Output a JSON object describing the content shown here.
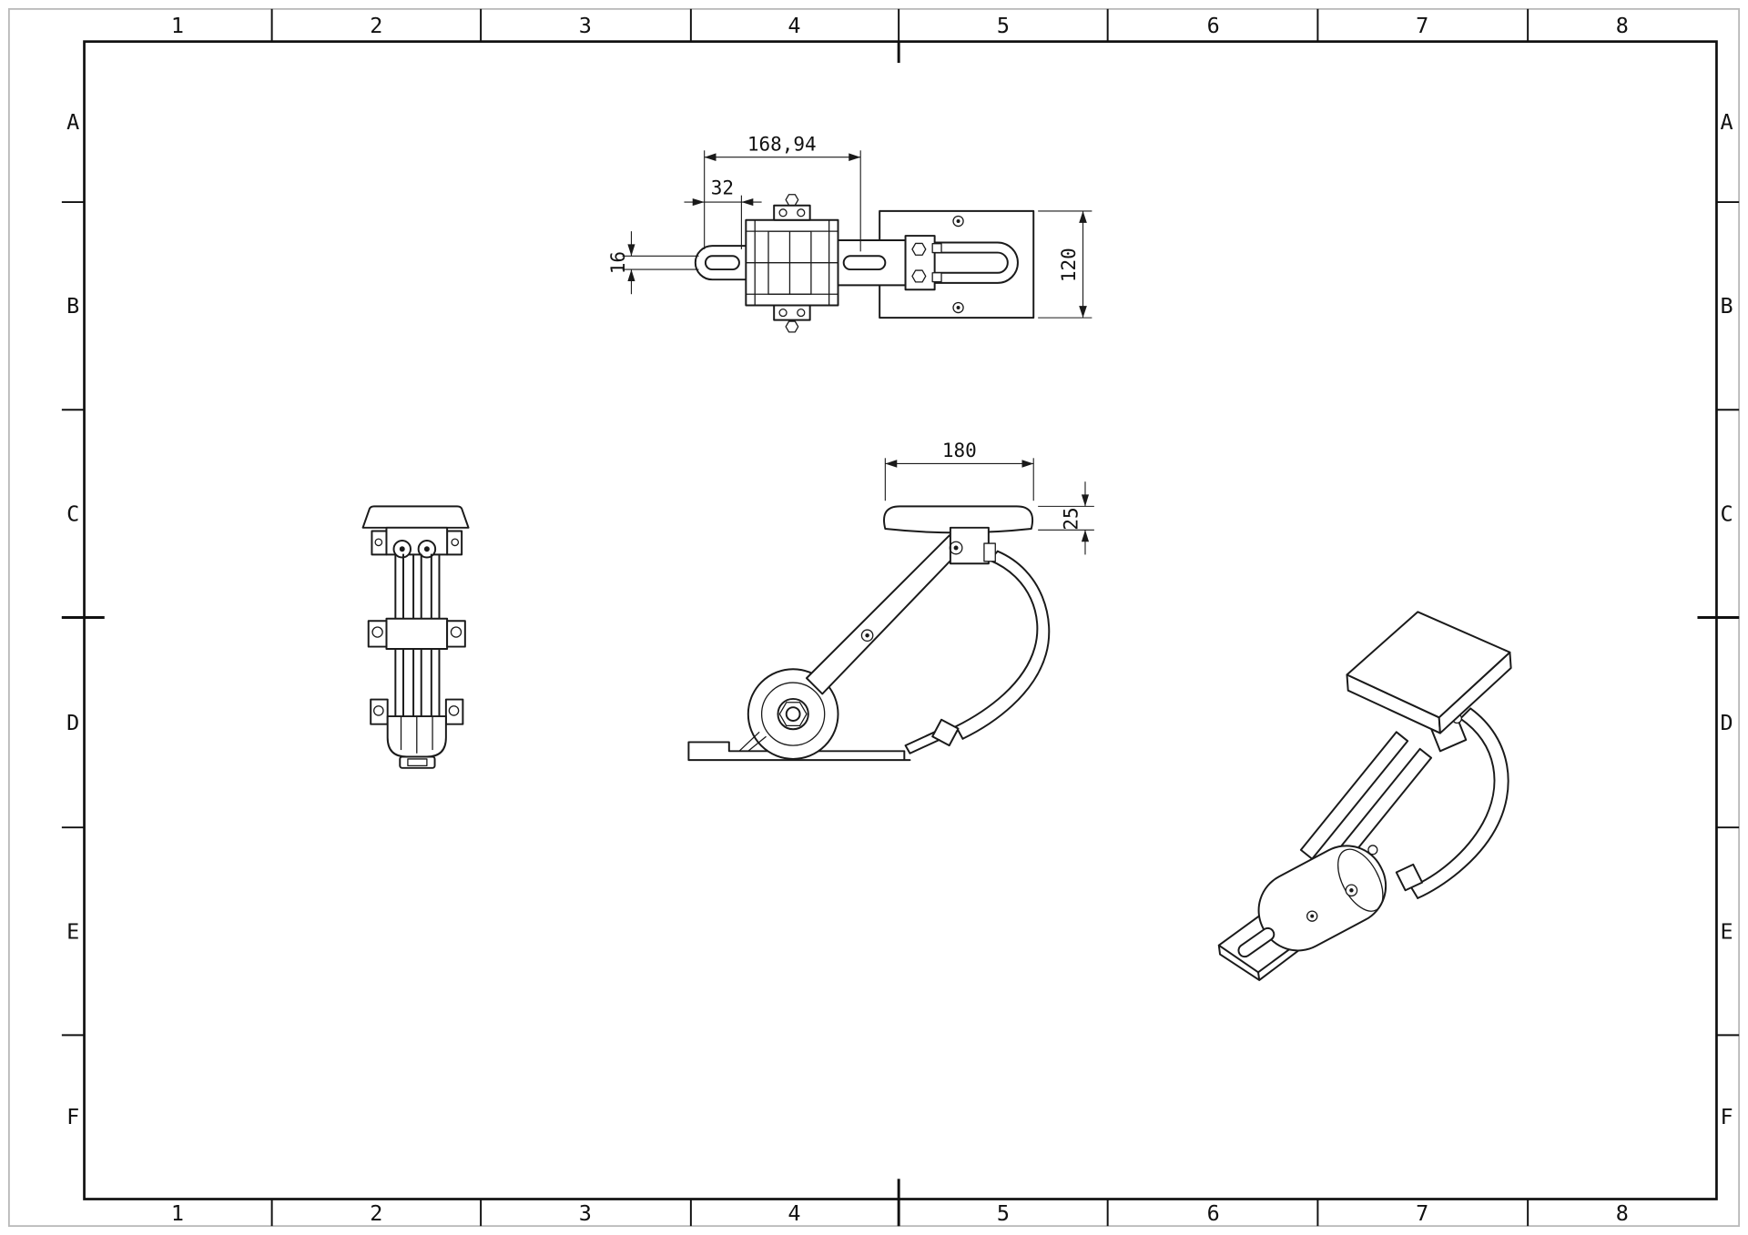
{
  "sheet": {
    "grid": {
      "columns": [
        "1",
        "2",
        "3",
        "4",
        "5",
        "6",
        "7",
        "8"
      ],
      "rows": [
        "A",
        "B",
        "C",
        "D",
        "E",
        "F"
      ]
    }
  },
  "dimensions": {
    "top_view": {
      "overall_length": "168,94",
      "slot_length": "32",
      "slot_width": "16",
      "pad_width": "120"
    },
    "side_view": {
      "pad_length": "180",
      "pad_thickness": "25"
    }
  },
  "colors": {
    "line": "#1a1a1a",
    "background": "#ffffff"
  }
}
